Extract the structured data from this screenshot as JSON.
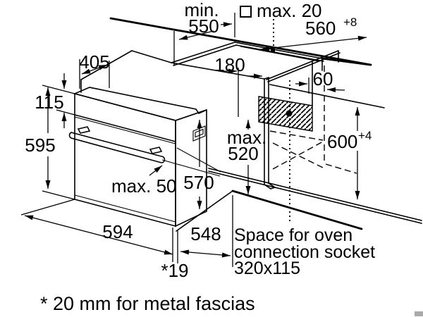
{
  "diagram": {
    "kind": "oven-installation-dimension-drawing",
    "dimensions": {
      "d550_prefix": "min.",
      "d550": "550",
      "dmax20": "max. 20",
      "square_symbol": "□",
      "d560": "560",
      "d560_tol": "+8",
      "d405": "405",
      "d115": "115",
      "d595": "595",
      "d180": "180",
      "d60": "60",
      "dmax520_prefix": "max.",
      "dmax520": "520",
      "d600": "600",
      "d600_tol": "+4",
      "dmax50": "max. 50",
      "d570": "570",
      "d594": "594",
      "d548": "548",
      "d19": "*19"
    },
    "socket_note": {
      "line1": "Space for oven",
      "line2": "connection socket",
      "line3": "320x115"
    },
    "footnote": "* 20 mm for metal fascias",
    "colors": {
      "line": "#000000",
      "background": "#ffffff",
      "watermark": "#aaaaaa"
    }
  }
}
